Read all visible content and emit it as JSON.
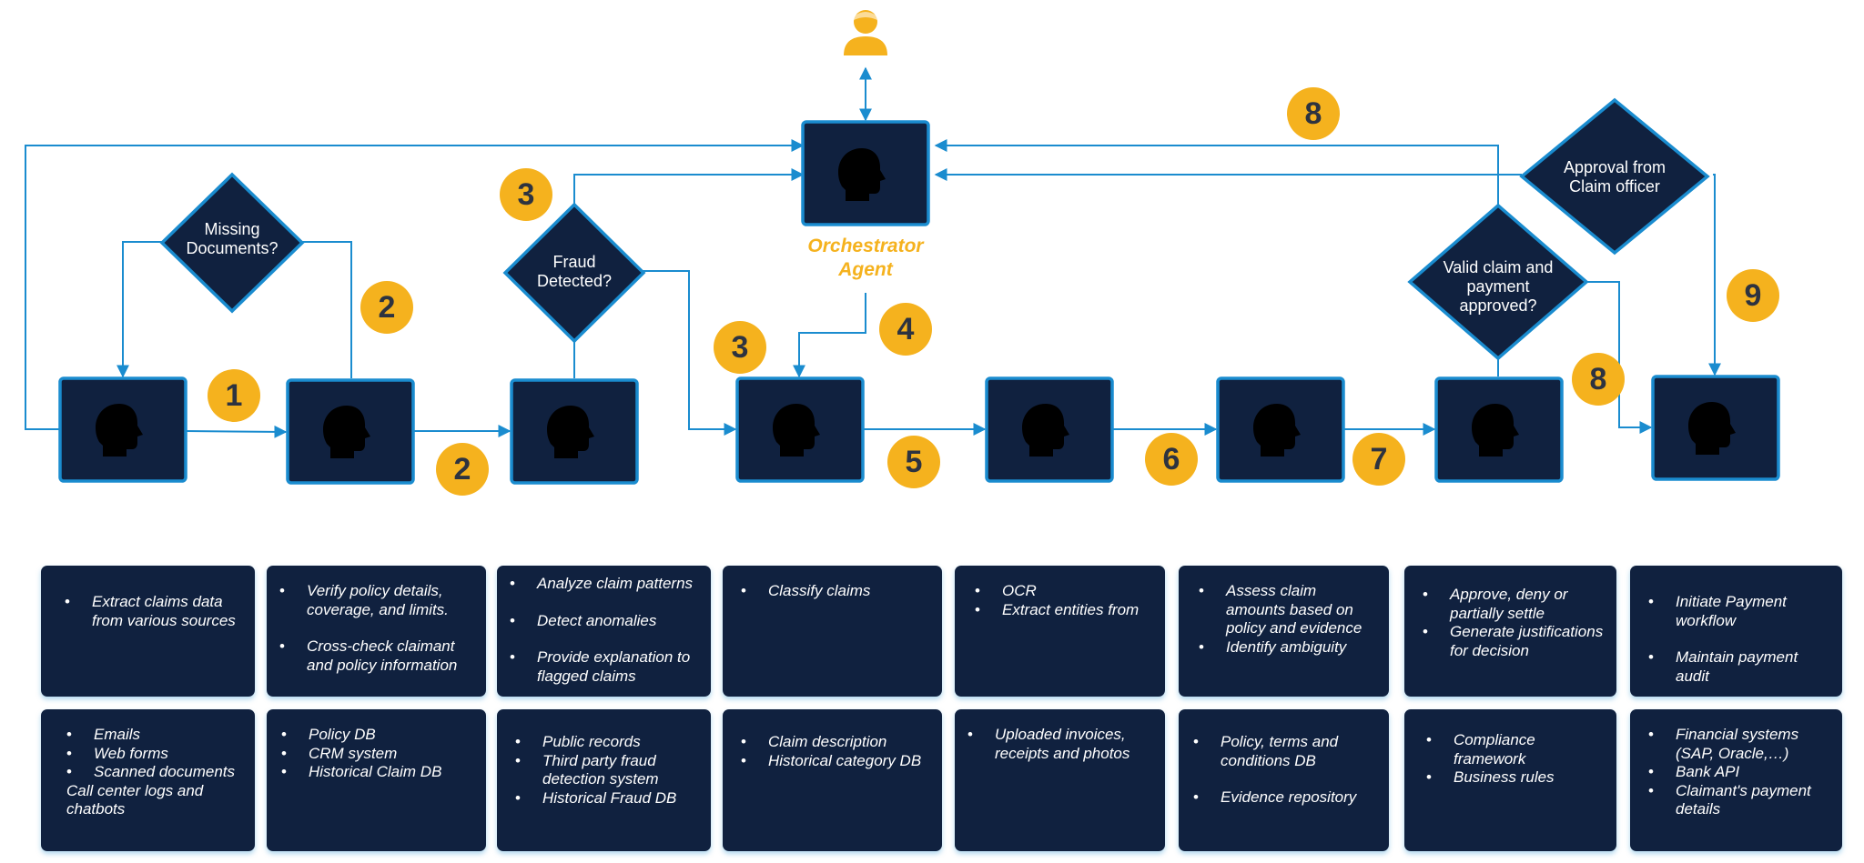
{
  "diagram": {
    "orchestrator_label": [
      "Orchestrator",
      "Agent"
    ],
    "decisions": {
      "missing_documents": [
        "Missing",
        "Documents?"
      ],
      "fraud_detected": [
        "Fraud",
        "Detected?"
      ],
      "valid_claim": [
        "Valid claim and",
        "payment",
        "approved?"
      ],
      "approval_officer": [
        "Approval from",
        "Claim officer"
      ]
    },
    "badges": [
      "1",
      "2",
      "2",
      "3",
      "3",
      "4",
      "5",
      "6",
      "7",
      "8",
      "8",
      "9"
    ],
    "colors": {
      "navy": "#10213f",
      "blue": "#1a8ccf",
      "gold": "#f5b21e"
    },
    "icons": {
      "agent": "brain-head-icon",
      "user": "user-icon"
    }
  },
  "capabilities": [
    {
      "items": [
        "Extract claims data from various sources"
      ]
    },
    {
      "items": [
        "Verify policy details, coverage, and limits.",
        "Cross-check claimant and policy information"
      ]
    },
    {
      "items": [
        "Analyze claim patterns",
        "Detect anomalies",
        "Provide explanation to flagged claims"
      ]
    },
    {
      "items": [
        "Classify claims"
      ]
    },
    {
      "items": [
        "OCR",
        "Extract entities from"
      ]
    },
    {
      "items": [
        "Assess claim amounts based on policy and evidence",
        "Identify ambiguity"
      ]
    },
    {
      "items": [
        "Approve, deny or partially settle",
        "Generate justifications for decision"
      ]
    },
    {
      "items": [
        "Initiate Payment workflow",
        "Maintain payment audit"
      ]
    }
  ],
  "data_sources": [
    {
      "items": [
        "Emails",
        "Web forms",
        "Scanned documents"
      ],
      "trailing": "Call center logs and chatbots"
    },
    {
      "items": [
        "Policy DB",
        "CRM system",
        "Historical Claim DB"
      ]
    },
    {
      "items": [
        "Public records",
        "Third party fraud detection system",
        "Historical Fraud DB"
      ]
    },
    {
      "items": [
        "Claim description",
        "Historical category DB"
      ]
    },
    {
      "items": [
        "Uploaded invoices, receipts and photos"
      ]
    },
    {
      "items": [
        "Policy, terms and conditions DB",
        "Evidence repository"
      ]
    },
    {
      "items": [
        "Compliance framework",
        "Business rules"
      ]
    },
    {
      "items": [
        "Financial systems (SAP, Oracle,…)",
        "Bank API",
        "Claimant's payment details"
      ]
    }
  ]
}
